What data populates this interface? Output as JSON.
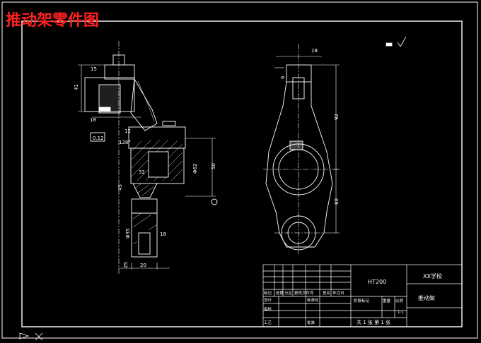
{
  "header": {
    "title": "推动架零件图",
    "title_color": "#ff2020"
  },
  "drawing": {
    "line_color": "#ffffff",
    "frame_color": "#ffffff",
    "background": "#000000",
    "dims_left": {
      "d41": "41",
      "d12": "12",
      "d012": "0.12",
      "d20": "20",
      "d50": "50",
      "d35": "Φ35",
      "d25": "25",
      "d18": "18",
      "d15": "15",
      "d128": "128°",
      "d32": "32",
      "d62": "Φ62",
      "d18s": "18",
      "d45": "45"
    },
    "dims_right": {
      "d92": "92",
      "d80": "80",
      "d6": "6",
      "d18": "18"
    }
  },
  "title_block": {
    "material": "HT200",
    "school": "XX学校",
    "part_name": "推动架",
    "header_row": [
      "标记",
      "处数",
      "分区",
      "更改文件号",
      "签名",
      "年月日"
    ],
    "row_design": [
      "设计",
      "标准化"
    ],
    "row_audit": "审核",
    "row_process": "工艺",
    "row_approve": "批准",
    "stage_label": "阶段标记",
    "weight_label": "重量",
    "scale_label": "比例",
    "scale_value": "1:1",
    "sheets": "共 1 张  第 1 张"
  }
}
